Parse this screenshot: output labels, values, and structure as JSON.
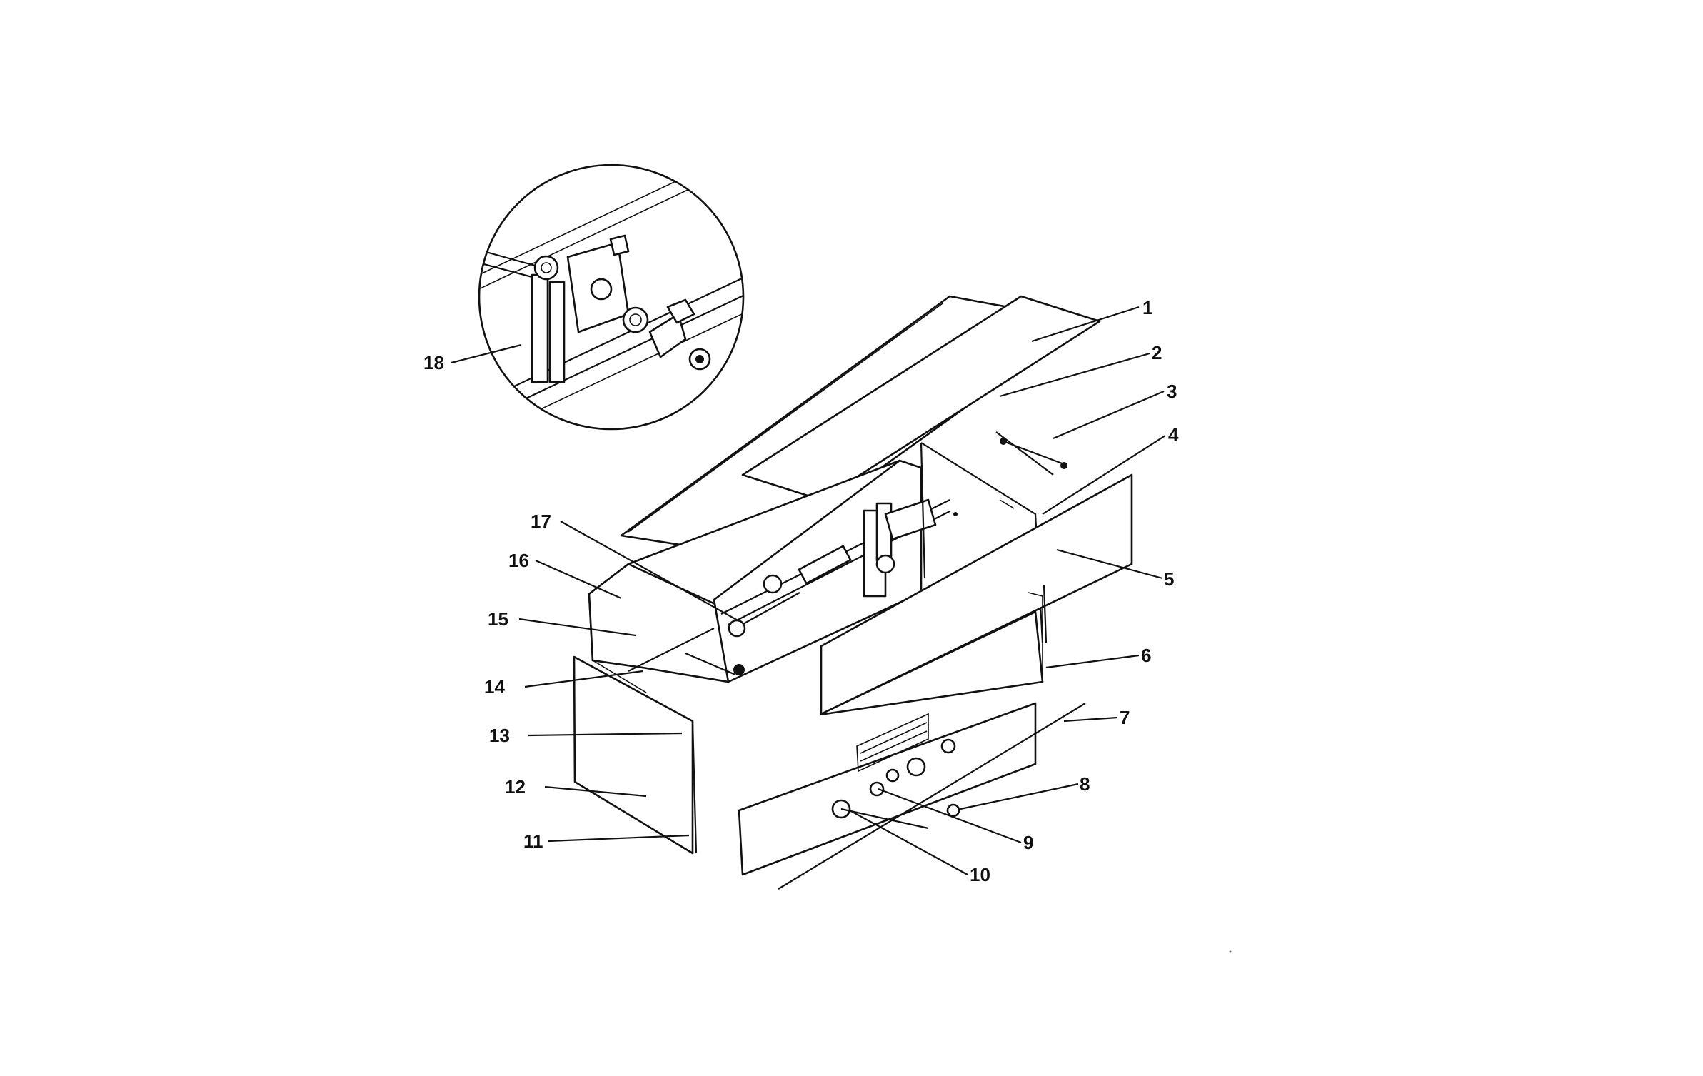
{
  "callouts": [
    {
      "id": "1",
      "label": "1"
    },
    {
      "id": "2",
      "label": "2"
    },
    {
      "id": "3",
      "label": "3"
    },
    {
      "id": "4",
      "label": "4"
    },
    {
      "id": "5",
      "label": "5"
    },
    {
      "id": "6",
      "label": "6"
    },
    {
      "id": "7",
      "label": "7"
    },
    {
      "id": "8",
      "label": "8"
    },
    {
      "id": "9",
      "label": "9"
    },
    {
      "id": "10",
      "label": "10"
    },
    {
      "id": "11",
      "label": "11"
    },
    {
      "id": "12",
      "label": "12"
    },
    {
      "id": "13",
      "label": "13"
    },
    {
      "id": "14",
      "label": "14"
    },
    {
      "id": "15",
      "label": "15"
    },
    {
      "id": "16",
      "label": "16"
    },
    {
      "id": "17",
      "label": "17"
    },
    {
      "id": "18",
      "label": "18"
    }
  ],
  "colors": {
    "line": "#111111",
    "background": "#ffffff",
    "hatch": "#555555"
  }
}
